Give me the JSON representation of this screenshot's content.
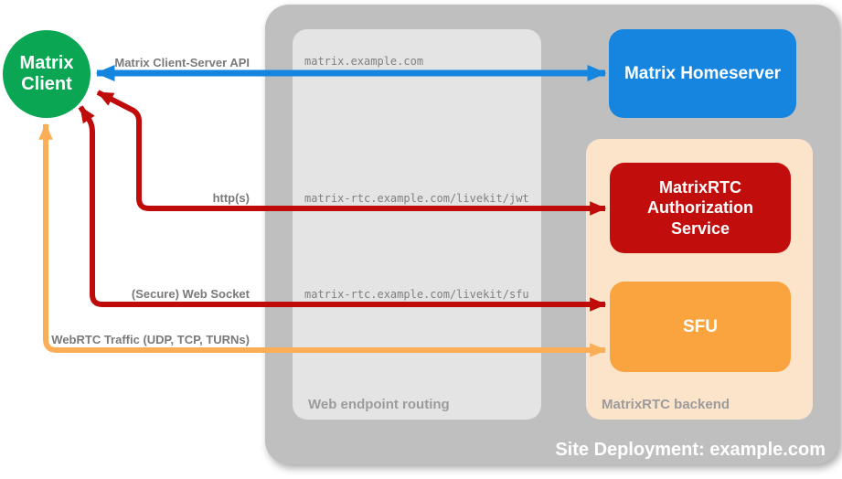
{
  "diagram_title": "Site Deployment: example.com",
  "client": {
    "label": "Matrix Client"
  },
  "nodes": {
    "homeserver": {
      "label": "Matrix Homeserver",
      "color": "#1585e0"
    },
    "auth_service": {
      "label": "MatrixRTC Authorization Service",
      "color": "#c20d0d"
    },
    "sfu": {
      "label": "SFU",
      "color": "#f9a43f"
    }
  },
  "groups": {
    "routing": {
      "caption": "Web endpoint routing",
      "color": "#e4e4e4"
    },
    "backend": {
      "caption": "MatrixRTC backend",
      "color": "#fbe4ca"
    },
    "deployment": {
      "caption": "Site Deployment: example.com",
      "color": "#bfbfbf"
    }
  },
  "endpoints": [
    "matrix.example.com",
    "matrix-rtc.example.com/livekit/jwt",
    "matrix-rtc.example.com/livekit/sfu"
  ],
  "arrows": [
    {
      "label": "Matrix Client-Server API",
      "from": "Matrix Client",
      "to": "Matrix Homeserver",
      "color": "#1585e0",
      "bidirectional": true
    },
    {
      "label": "http(s)",
      "from": "Matrix Client",
      "to": "MatrixRTC Authorization Service",
      "color": "#c00b0b",
      "bidirectional": true
    },
    {
      "label": "(Secure) Web Socket",
      "from": "Matrix Client",
      "to": "SFU",
      "color": "#c00b0b",
      "bidirectional": true
    },
    {
      "label": "WebRTC Traffic (UDP, TCP, TURNs)",
      "from": "Matrix Client",
      "to": "SFU",
      "color": "#fbae55",
      "bidirectional": true
    }
  ],
  "colors": {
    "client_green": "#0ba653",
    "arrow_blue": "#1585e0",
    "arrow_red": "#c00b0b",
    "arrow_orange": "#fbae55",
    "label_gray": "#7a7a7a",
    "mono_gray": "#808080",
    "caption_gray": "#9c9c9c",
    "title_white": "#ffffff"
  }
}
